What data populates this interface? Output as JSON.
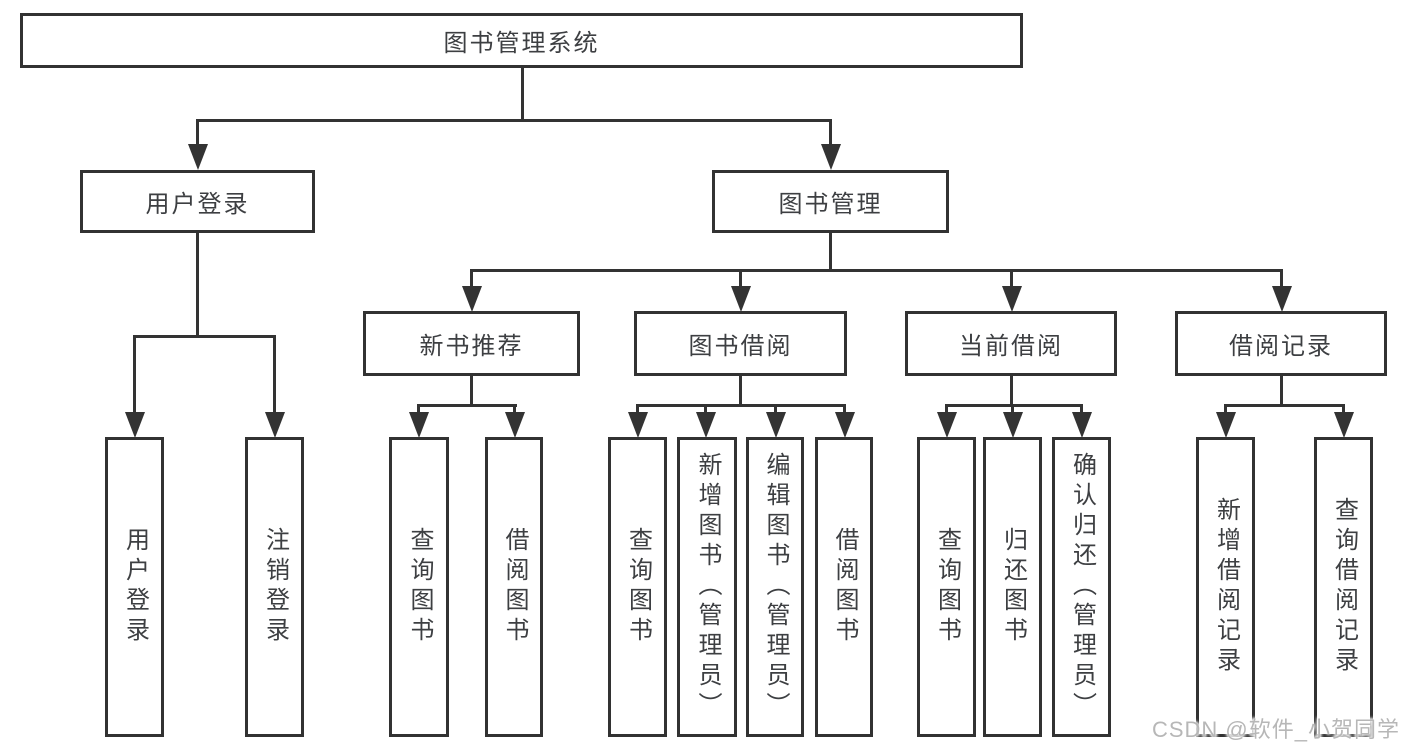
{
  "diagram": {
    "type": "tree",
    "root": "图书管理系统",
    "level2": {
      "user": "用户登录",
      "mgmt": "图书管理"
    },
    "level3": {
      "recommend": "新书推荐",
      "borrow": "图书借阅",
      "current": "当前借阅",
      "records": "借阅记录"
    },
    "leaves": {
      "user": [
        "用户登录",
        "注销登录"
      ],
      "recommend": [
        "查询图书",
        "借阅图书"
      ],
      "borrow": [
        "查询图书",
        "新增图书（管理员）",
        "编辑图书（管理员）",
        "借阅图书"
      ],
      "current": [
        "查询图书",
        "归还图书",
        "确认归还（管理员）"
      ],
      "records": [
        "新增借阅记录",
        "查询借阅记录"
      ]
    },
    "colors": {
      "line": "#333333",
      "text": "#3d3f42",
      "background": "#ffffff",
      "watermark": "#b7b7b7"
    }
  },
  "watermark": {
    "text": "CSDN @软件_小贺同学"
  }
}
